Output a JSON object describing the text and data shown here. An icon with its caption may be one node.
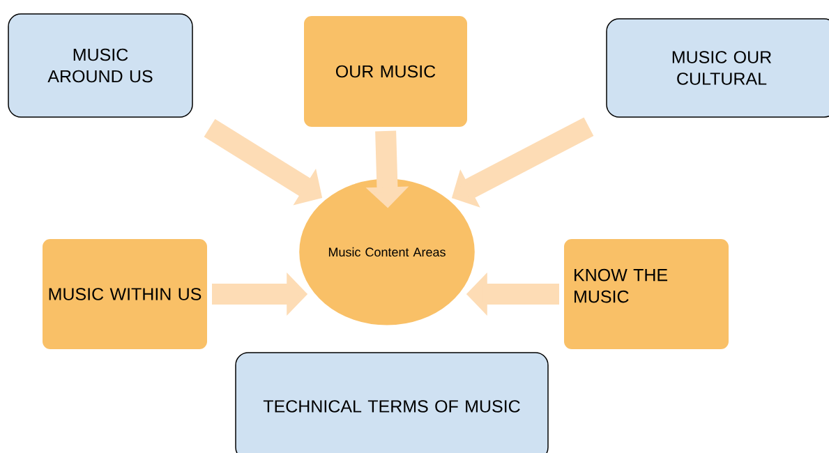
{
  "diagram": {
    "nodes": [
      {
        "text": [
          "MUSIC AROUND US"
        ]
      },
      {
        "text": [
          "OUR MUSIC"
        ]
      },
      {
        "text": [
          "MUSIC OUR CULTURAL"
        ]
      },
      {
        "text": [
          "Music Content Areas"
        ]
      },
      {
        "text": [
          "MUSIC WITHIN US"
        ]
      },
      {
        "text": [
          "KNOW THE MUSIC"
        ]
      },
      {
        "text": [
          "TECHNICAL TERMS OF MUSIC"
        ]
      }
    ],
    "edges": [
      {
        "from": 0,
        "to": 3,
        "arrow": "to"
      },
      {
        "from": 1,
        "to": 3,
        "arrow": "to"
      },
      {
        "from": 2,
        "to": 3,
        "arrow": "to"
      },
      {
        "from": 4,
        "to": 3,
        "arrow": "to"
      },
      {
        "from": 5,
        "to": 3,
        "arrow": "to"
      }
    ]
  }
}
